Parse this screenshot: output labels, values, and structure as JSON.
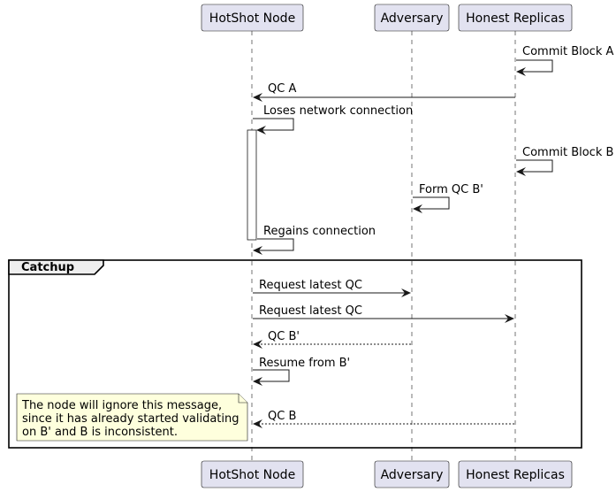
{
  "participants": [
    {
      "id": "hotshot",
      "label": "HotShot Node"
    },
    {
      "id": "adversary",
      "label": "Adversary"
    },
    {
      "id": "honest",
      "label": "Honest Replicas"
    }
  ],
  "messages": [
    {
      "from": "honest",
      "to": "honest",
      "label": "Commit Block A",
      "style": "solid"
    },
    {
      "from": "honest",
      "to": "hotshot",
      "label": "QC A",
      "style": "solid"
    },
    {
      "from": "hotshot",
      "to": "hotshot",
      "label": "Loses network connection",
      "style": "solid"
    },
    {
      "from": "honest",
      "to": "honest",
      "label": "Commit Block B",
      "style": "solid"
    },
    {
      "from": "adversary",
      "to": "adversary",
      "label": "Form QC B'",
      "style": "solid"
    },
    {
      "from": "hotshot",
      "to": "hotshot",
      "label": "Regains connection",
      "style": "solid"
    },
    {
      "from": "hotshot",
      "to": "adversary",
      "label": "Request latest QC",
      "style": "solid"
    },
    {
      "from": "hotshot",
      "to": "honest",
      "label": "Request latest QC",
      "style": "solid"
    },
    {
      "from": "adversary",
      "to": "hotshot",
      "label": "QC B'",
      "style": "dashed"
    },
    {
      "from": "hotshot",
      "to": "hotshot",
      "label": "Resume from B'",
      "style": "solid"
    },
    {
      "from": "honest",
      "to": "hotshot",
      "label": "QC B",
      "style": "dashed"
    }
  ],
  "group": {
    "label": "Catchup"
  },
  "note": {
    "lines": [
      "The node will ignore this message,",
      "since it has already started validating",
      "on B' and B is inconsistent."
    ]
  }
}
